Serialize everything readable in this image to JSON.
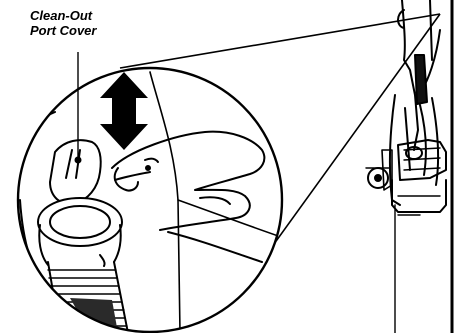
{
  "callout": {
    "line1": "Clean-Out",
    "line2": "Port Cover"
  },
  "colors": {
    "ink": "#000000",
    "paper": "#ffffff",
    "shade": "#2a2a2a"
  },
  "icons": {
    "motion_indicator": "double-headed-vertical-arrow"
  }
}
